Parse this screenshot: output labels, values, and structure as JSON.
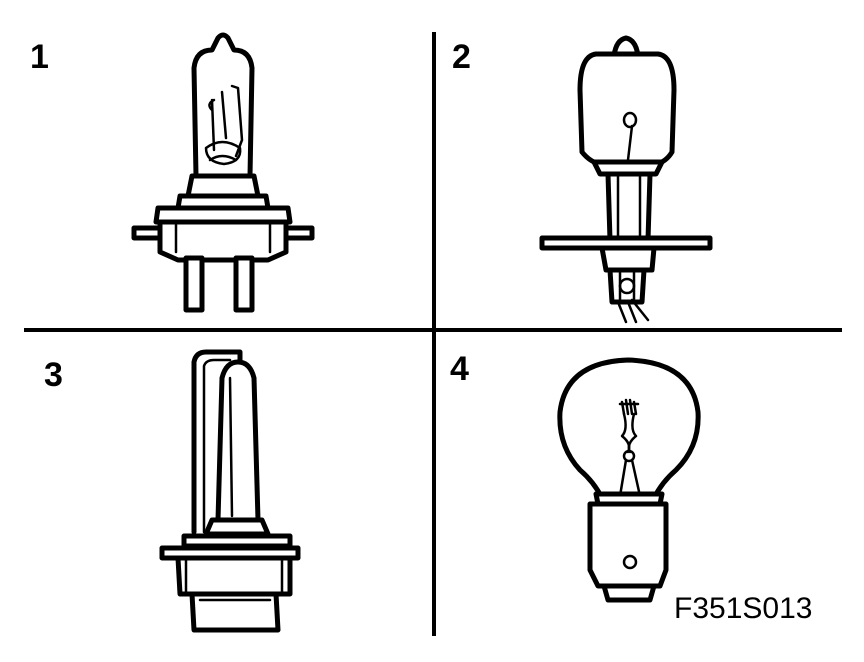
{
  "diagram": {
    "panels": [
      {
        "number": "1",
        "lamp": "H7 halogen bulb"
      },
      {
        "number": "2",
        "lamp": "H1 halogen bulb"
      },
      {
        "number": "3",
        "lamp": "xenon discharge bulb"
      },
      {
        "number": "4",
        "lamp": "bayonet incandescent bulb"
      }
    ],
    "figure_code": "F351S013"
  }
}
